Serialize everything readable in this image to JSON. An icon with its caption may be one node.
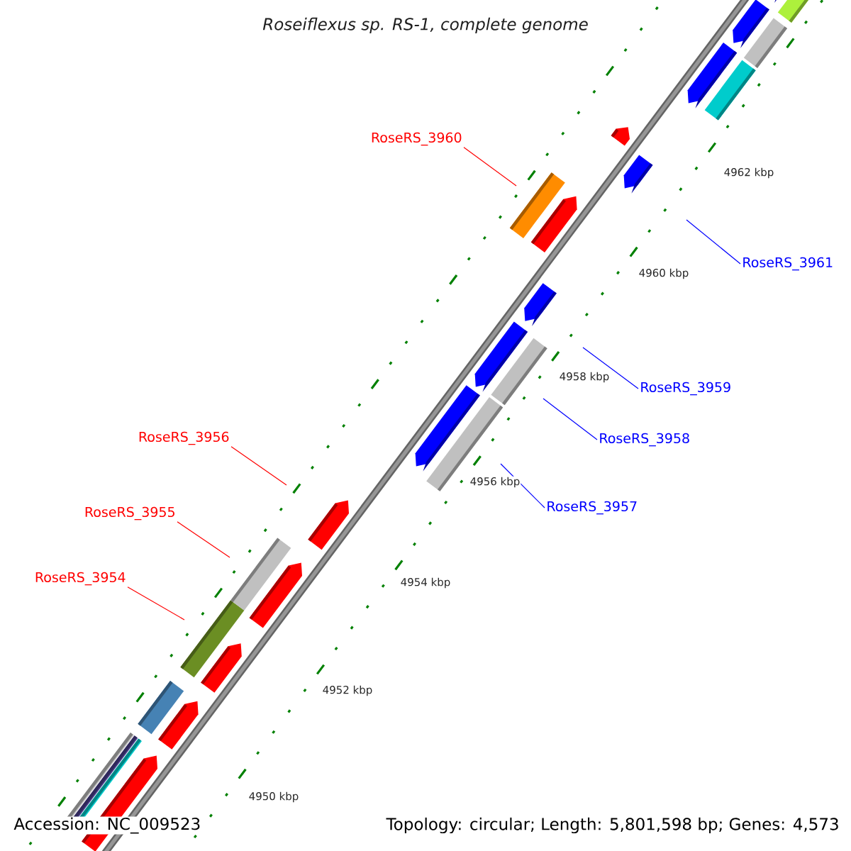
{
  "diagram": {
    "title": "Roseiflexus sp. RS-1, complete genome",
    "nodes": [
      {
        "text": [
          "RoseRS_3960"
        ]
      },
      {
        "text": [
          "RoseRS_3961"
        ]
      },
      {
        "text": [
          "RoseRS_3959"
        ]
      },
      {
        "text": [
          "RoseRS_3956"
        ]
      },
      {
        "text": [
          "RoseRS_3958"
        ]
      },
      {
        "text": [
          "RoseRS_3957"
        ]
      },
      {
        "text": [
          "RoseRS_3955"
        ]
      },
      {
        "text": [
          "RoseRS_3954"
        ]
      }
    ],
    "edges": [
      {
        "from": 0,
        "to": null,
        "arrow": "none",
        "color": "#ff0000"
      },
      {
        "from": 1,
        "to": null,
        "arrow": "none",
        "color": "#0000ff"
      },
      {
        "from": 2,
        "to": null,
        "arrow": "none",
        "color": "#0000ff"
      },
      {
        "from": 3,
        "to": null,
        "arrow": "none",
        "color": "#ff0000"
      },
      {
        "from": 4,
        "to": null,
        "arrow": "none",
        "color": "#0000ff"
      },
      {
        "from": 5,
        "to": null,
        "arrow": "none",
        "color": "#0000ff"
      },
      {
        "from": 6,
        "to": null,
        "arrow": "none",
        "color": "#ff0000"
      },
      {
        "from": 7,
        "to": null,
        "arrow": "none",
        "color": "#ff0000"
      }
    ],
    "labels": [
      "4962 kbp",
      "4960 kbp",
      "4958 kbp",
      "4956 kbp",
      "4954 kbp",
      "4952 kbp",
      "4950 kbp",
      "Accession: NC_009523",
      "Topology: circular; Length: 5,801,598 bp; Genes: 4,573"
    ]
  }
}
